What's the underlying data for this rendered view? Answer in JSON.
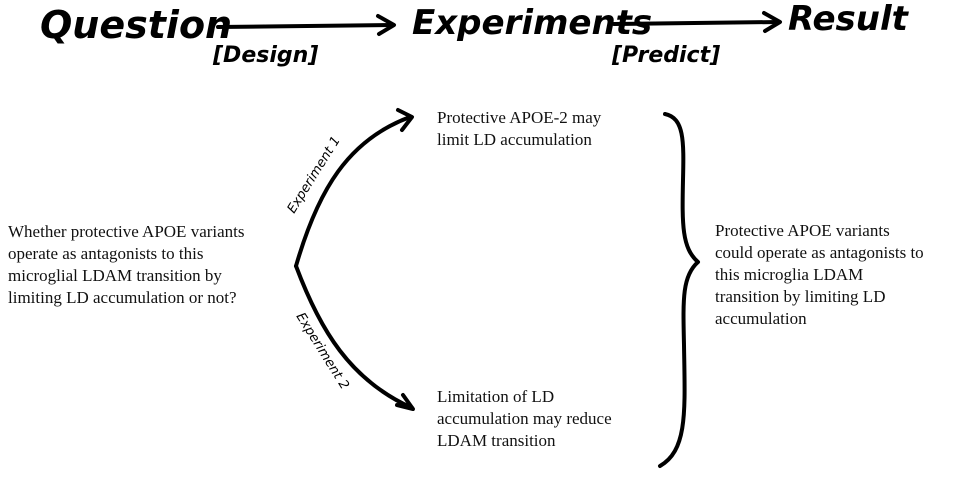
{
  "header": {
    "question": "Question",
    "experiments": "Experiments",
    "result": "Result",
    "design": "[Design]",
    "predict": "[Predict]"
  },
  "arc_labels": {
    "experiment1": "Experiment 1",
    "experiment2": "Experiment 2"
  },
  "question_text": [
    "Whether protective APOE variants",
    "operate as antagonists to this",
    "microglial LDAM transition by",
    "limiting LD accumulation or not?"
  ],
  "experiment1_text": [
    "Protective APOE-2 may",
    "limit LD accumulation"
  ],
  "experiment2_text": [
    "Limitation of LD",
    "accumulation may reduce",
    "LDAM transition"
  ],
  "result_text": [
    "Protective APOE variants",
    "could operate as antagonists to",
    "this microglia LDAM",
    "transition by limiting LD",
    "accumulation"
  ]
}
